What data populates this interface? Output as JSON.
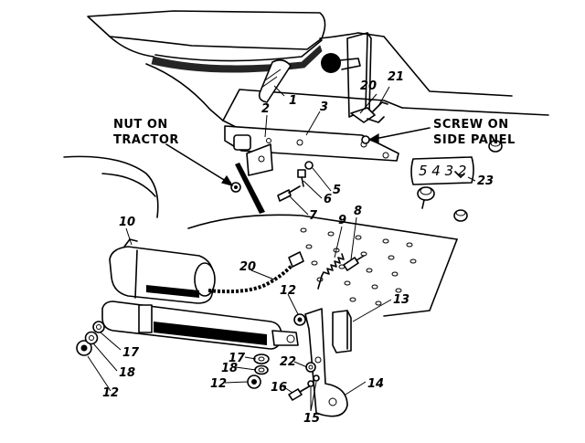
{
  "callouts": {
    "c1": "1",
    "c2": "2",
    "c3": "3",
    "c5": "5",
    "c6": "6",
    "c7": "7",
    "c8": "8",
    "c9": "9",
    "c10": "10",
    "c12a": "12",
    "c12b": "12",
    "c12c": "12",
    "c13": "13",
    "c14": "14",
    "c15": "15",
    "c16": "16",
    "c17a": "17",
    "c17b": "17",
    "c18a": "18",
    "c18b": "18",
    "c20a": "20",
    "c20b": "20",
    "c21": "21",
    "c22": "22",
    "c23": "23"
  },
  "labels": {
    "nut_line1": "NUT ON",
    "nut_line2": "TRACTOR",
    "screw_line1": "SCREW ON",
    "screw_line2": "SIDE PANEL"
  },
  "decal": {
    "text": "5 4 3 2"
  }
}
